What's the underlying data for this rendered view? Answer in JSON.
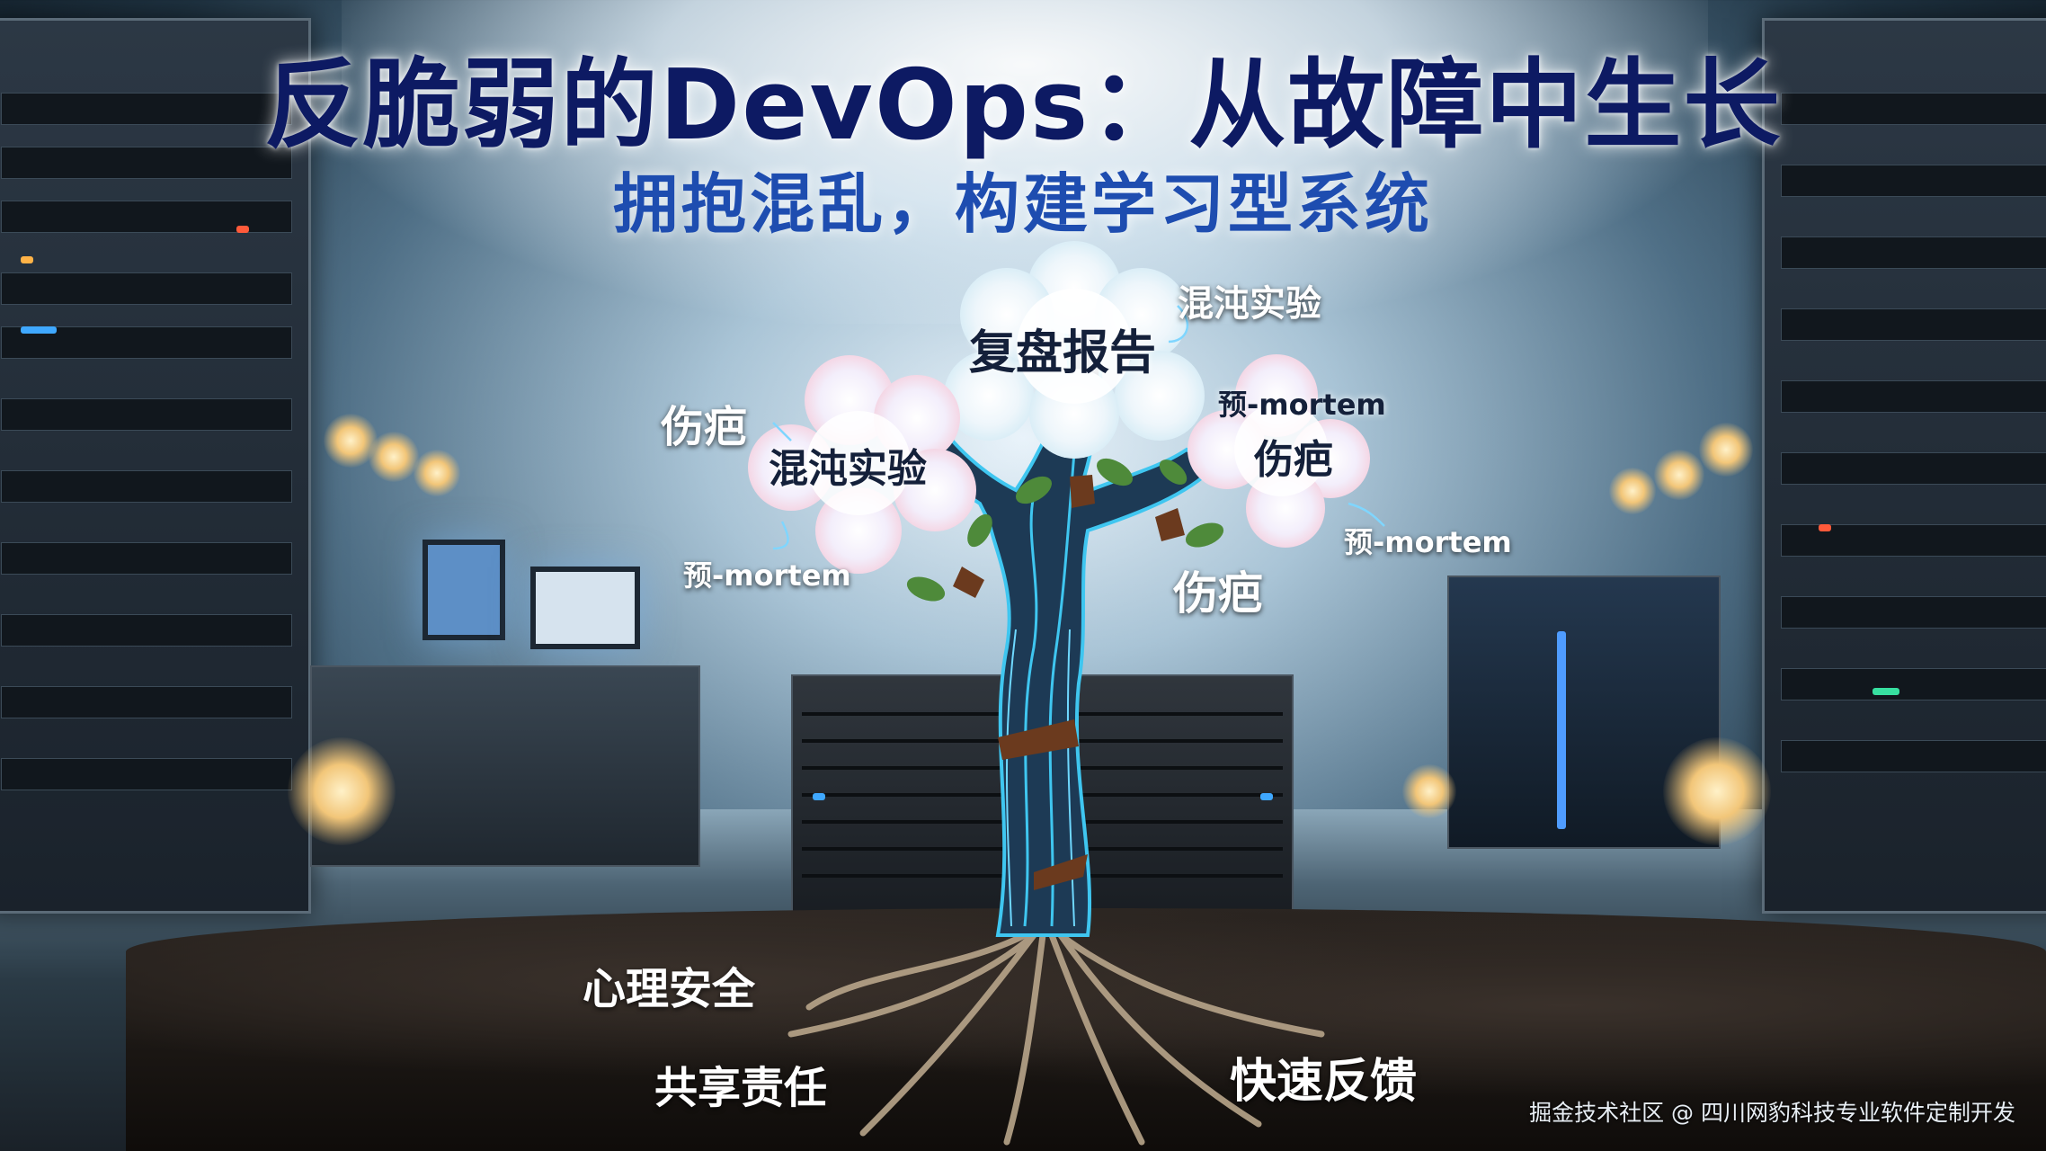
{
  "title": "反脆弱的DevOps：从故障中生长",
  "subtitle": "拥抱混乱，构建学习型系统",
  "branch_labels": {
    "top_center": "复盘报告",
    "top_right_float": "混沌实验",
    "left_cluster_center": "混沌实验",
    "left_float": "伤疤",
    "left_bottom": "预-mortem",
    "right_cluster_top": "预-mortem",
    "right_cluster_center": "伤疤",
    "right_bottom": "预-mortem",
    "right_trunk": "伤疤"
  },
  "root_labels": {
    "psych_safety": "心理安全",
    "shared_responsibility": "共享责任",
    "fast_feedback": "快速反馈"
  },
  "watermark": "掘金技术社区 @ 四川网豹科技专业软件定制开发",
  "colors": {
    "title": "#0d1a63",
    "subtitle": "#1e4db0",
    "circuit": "#3fc6f0",
    "trunk": "#1d3a55",
    "scar": "#6b3a1e",
    "leaf": "#4e8a3a"
  }
}
